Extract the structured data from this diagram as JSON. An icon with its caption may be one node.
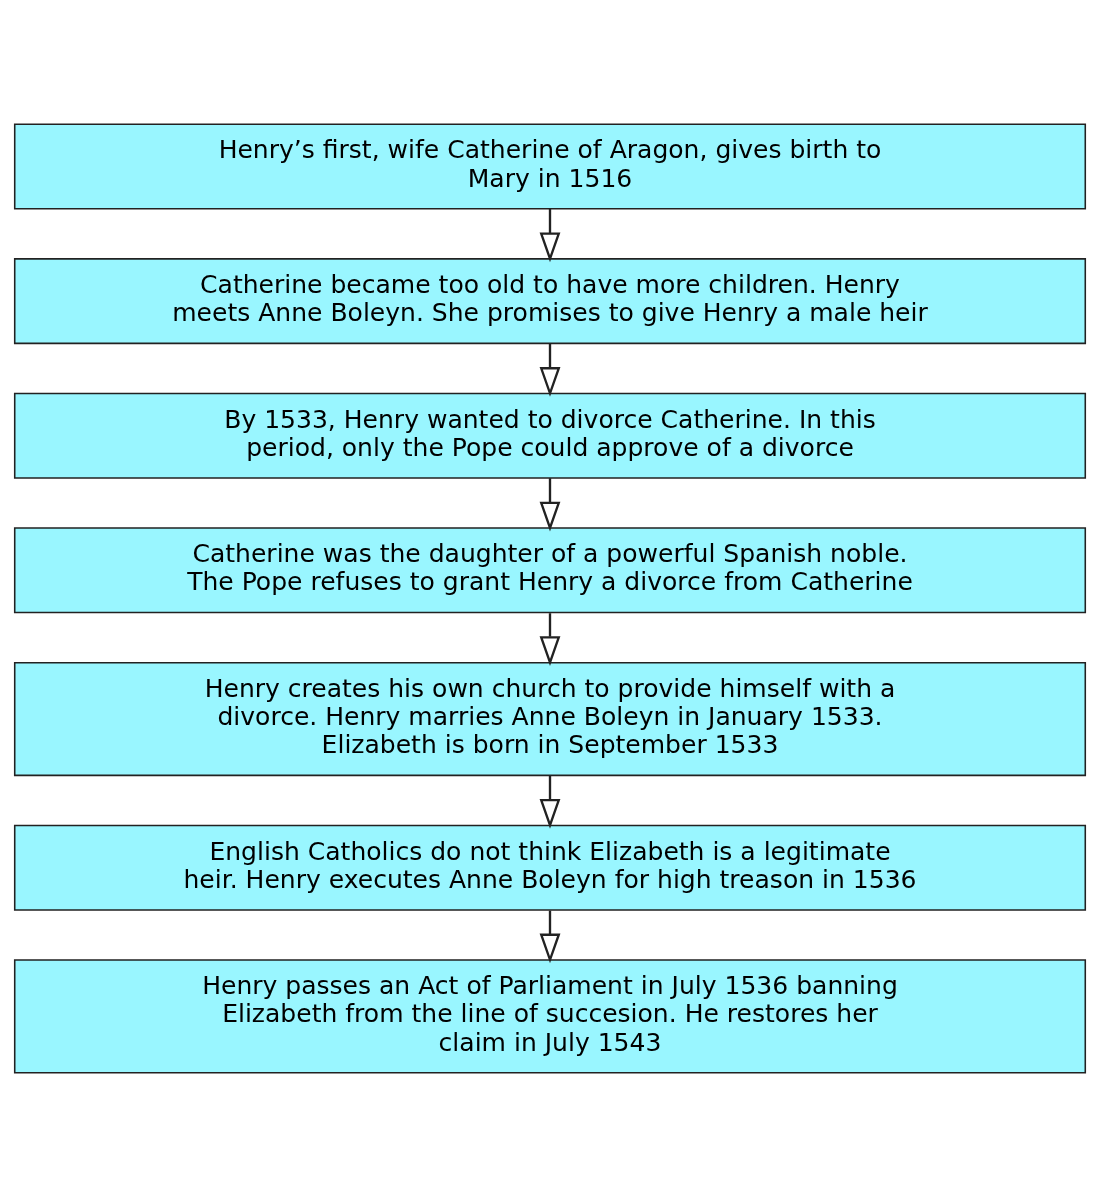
{
  "diagram": {
    "nodes": [
      {
        "text": [
          "Henry’s first, wife Catherine of Aragon, gives birth to Mary in 1516"
        ]
      },
      {
        "text": [
          "Catherine became too old to have more children. Henry meets Anne Boleyn. She promises to give Henry a male heir"
        ]
      },
      {
        "text": [
          "By 1533, Henry wanted to divorce Catherine. In this period, only the Pope could approve of a divorce"
        ]
      },
      {
        "text": [
          "Catherine was the daughter of a powerful Spanish noble. The Pope refuses to grant Henry a divorce from Catherine"
        ]
      },
      {
        "text": [
          "Henry creates his own church to provide himself with a divorce. Henry marries Anne Boleyn in January 1533. Elizabeth is born in September 1533"
        ]
      },
      {
        "text": [
          "English Catholics do not think Elizabeth is a legitimate heir. Henry executes Anne Boleyn for high treason in 1536"
        ]
      },
      {
        "text": [
          "Henry passes an Act of Parliament in July 1536 banning Elizabeth from the line of succesion. He restores her claim in July 1543"
        ]
      }
    ],
    "edges": [
      {
        "from": 0,
        "to": 1,
        "arrow": "to"
      },
      {
        "from": 1,
        "to": 2,
        "arrow": "to"
      },
      {
        "from": 2,
        "to": 3,
        "arrow": "to"
      },
      {
        "from": 3,
        "to": 4,
        "arrow": "to"
      },
      {
        "from": 4,
        "to": 5,
        "arrow": "to"
      },
      {
        "from": 5,
        "to": 6,
        "arrow": "to"
      }
    ]
  }
}
